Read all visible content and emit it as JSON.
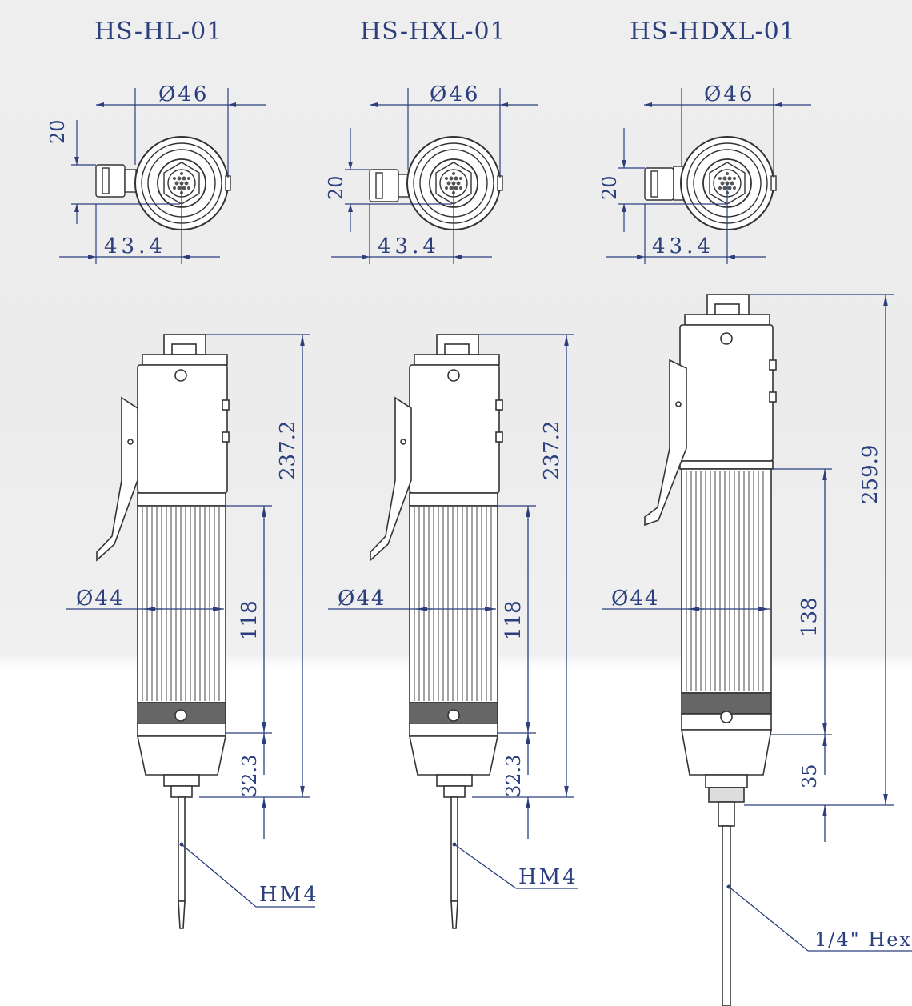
{
  "models": [
    {
      "name": "HS-HL-01",
      "top_view": {
        "diameter": "Ø46",
        "height": "20",
        "width": "43.4"
      },
      "side_view": {
        "total_length": "237.2",
        "grip_length": "118",
        "nose_length": "32.3",
        "grip_diameter": "Ø44",
        "bit": "HM4"
      }
    },
    {
      "name": "HS-HXL-01",
      "top_view": {
        "diameter": "Ø46",
        "height": "20",
        "width": "43.4"
      },
      "side_view": {
        "total_length": "237.2",
        "grip_length": "118",
        "nose_length": "32.3",
        "grip_diameter": "Ø44",
        "bit": "HM4"
      }
    },
    {
      "name": "HS-HDXL-01",
      "top_view": {
        "diameter": "Ø46",
        "height": "20",
        "width": "43.4"
      },
      "side_view": {
        "total_length": "259.9",
        "grip_length": "138",
        "nose_length": "35",
        "grip_diameter": "Ø44",
        "bit": "1/4\" Hex"
      }
    }
  ],
  "colors": {
    "dimension": "#2b3f7e",
    "drawing": "#333333"
  }
}
